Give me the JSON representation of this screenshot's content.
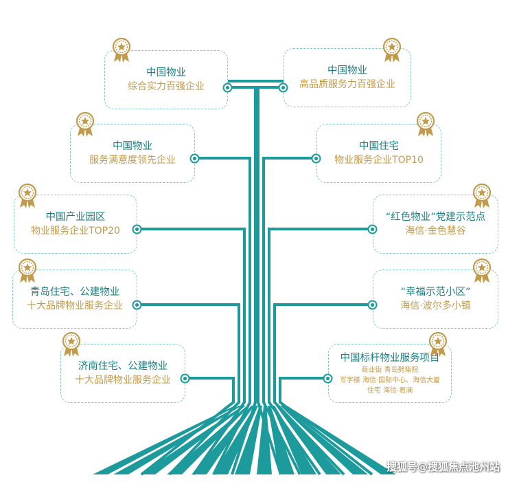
{
  "colors": {
    "teal": "#1d9a9c",
    "gold": "#c29a4b",
    "title_teal": "#1d7f83",
    "dash": "#7cc7c9"
  },
  "icons": {
    "badge": "award-ribbon-star-icon",
    "node": "circle-node-icon"
  },
  "awards": {
    "left_1": {
      "title": "中国物业",
      "subtitle": "综合实力百强企业"
    },
    "right_1": {
      "title": "中国物业",
      "subtitle": "高品质服务力百强企业"
    },
    "left_2": {
      "title": "中国物业",
      "subtitle": "服务满意度领先企业"
    },
    "right_2": {
      "title": "中国住宅",
      "subtitle": "物业服务企业TOP10"
    },
    "left_3": {
      "title": "中国产业园区",
      "subtitle": "物业服务企业TOP20"
    },
    "right_3": {
      "title": "“红色物业”党建示范点",
      "subtitle": "海信·金色慧谷"
    },
    "left_4": {
      "title": "青岛住宅、公建物业",
      "subtitle": "十大品牌物业服务企业"
    },
    "right_4": {
      "title": "“幸福示范小区”",
      "subtitle": "海信·波尔多小镇"
    },
    "left_5": {
      "title": "济南住宅、公建物业",
      "subtitle": "十大品牌物业服务企业"
    },
    "right_5": {
      "title": "中国标杆物业服务项目",
      "details": [
        "商业街 青岛劈柴院",
        "写字楼 海信·国际中心、海信大厦",
        "住宅 海信·君澜"
      ]
    }
  },
  "watermark": "搜狐号@搜狐焦点池州站"
}
